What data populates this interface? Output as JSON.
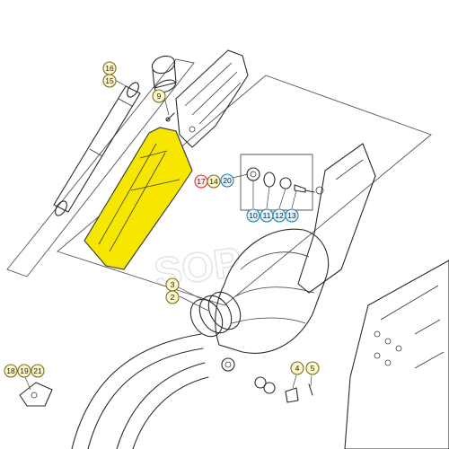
{
  "diagram": {
    "highlight_color": "#f6e600",
    "watermark_text": "SOP",
    "callouts": [
      {
        "id": "c16",
        "label": "16",
        "style": "yellow"
      },
      {
        "id": "c15",
        "label": "15",
        "style": "yellow"
      },
      {
        "id": "c9",
        "label": "9",
        "style": "yellow"
      },
      {
        "id": "c17",
        "label": "17",
        "style": "red"
      },
      {
        "id": "c14",
        "label": "14",
        "style": "yellow"
      },
      {
        "id": "c20",
        "label": "20",
        "style": "cyan"
      },
      {
        "id": "c10",
        "label": "10",
        "style": "cyan"
      },
      {
        "id": "c11",
        "label": "11",
        "style": "cyan"
      },
      {
        "id": "c12",
        "label": "12",
        "style": "cyan"
      },
      {
        "id": "c13",
        "label": "13",
        "style": "cyan"
      },
      {
        "id": "c3",
        "label": "3",
        "style": "yellow"
      },
      {
        "id": "c2",
        "label": "2",
        "style": "yellow"
      },
      {
        "id": "c4",
        "label": "4",
        "style": "yellow"
      },
      {
        "id": "c5",
        "label": "5",
        "style": "yellow"
      },
      {
        "id": "c18",
        "label": "18",
        "style": "yellow"
      },
      {
        "id": "c19",
        "label": "19",
        "style": "yellow"
      },
      {
        "id": "c21",
        "label": "21",
        "style": "yellow"
      }
    ]
  }
}
